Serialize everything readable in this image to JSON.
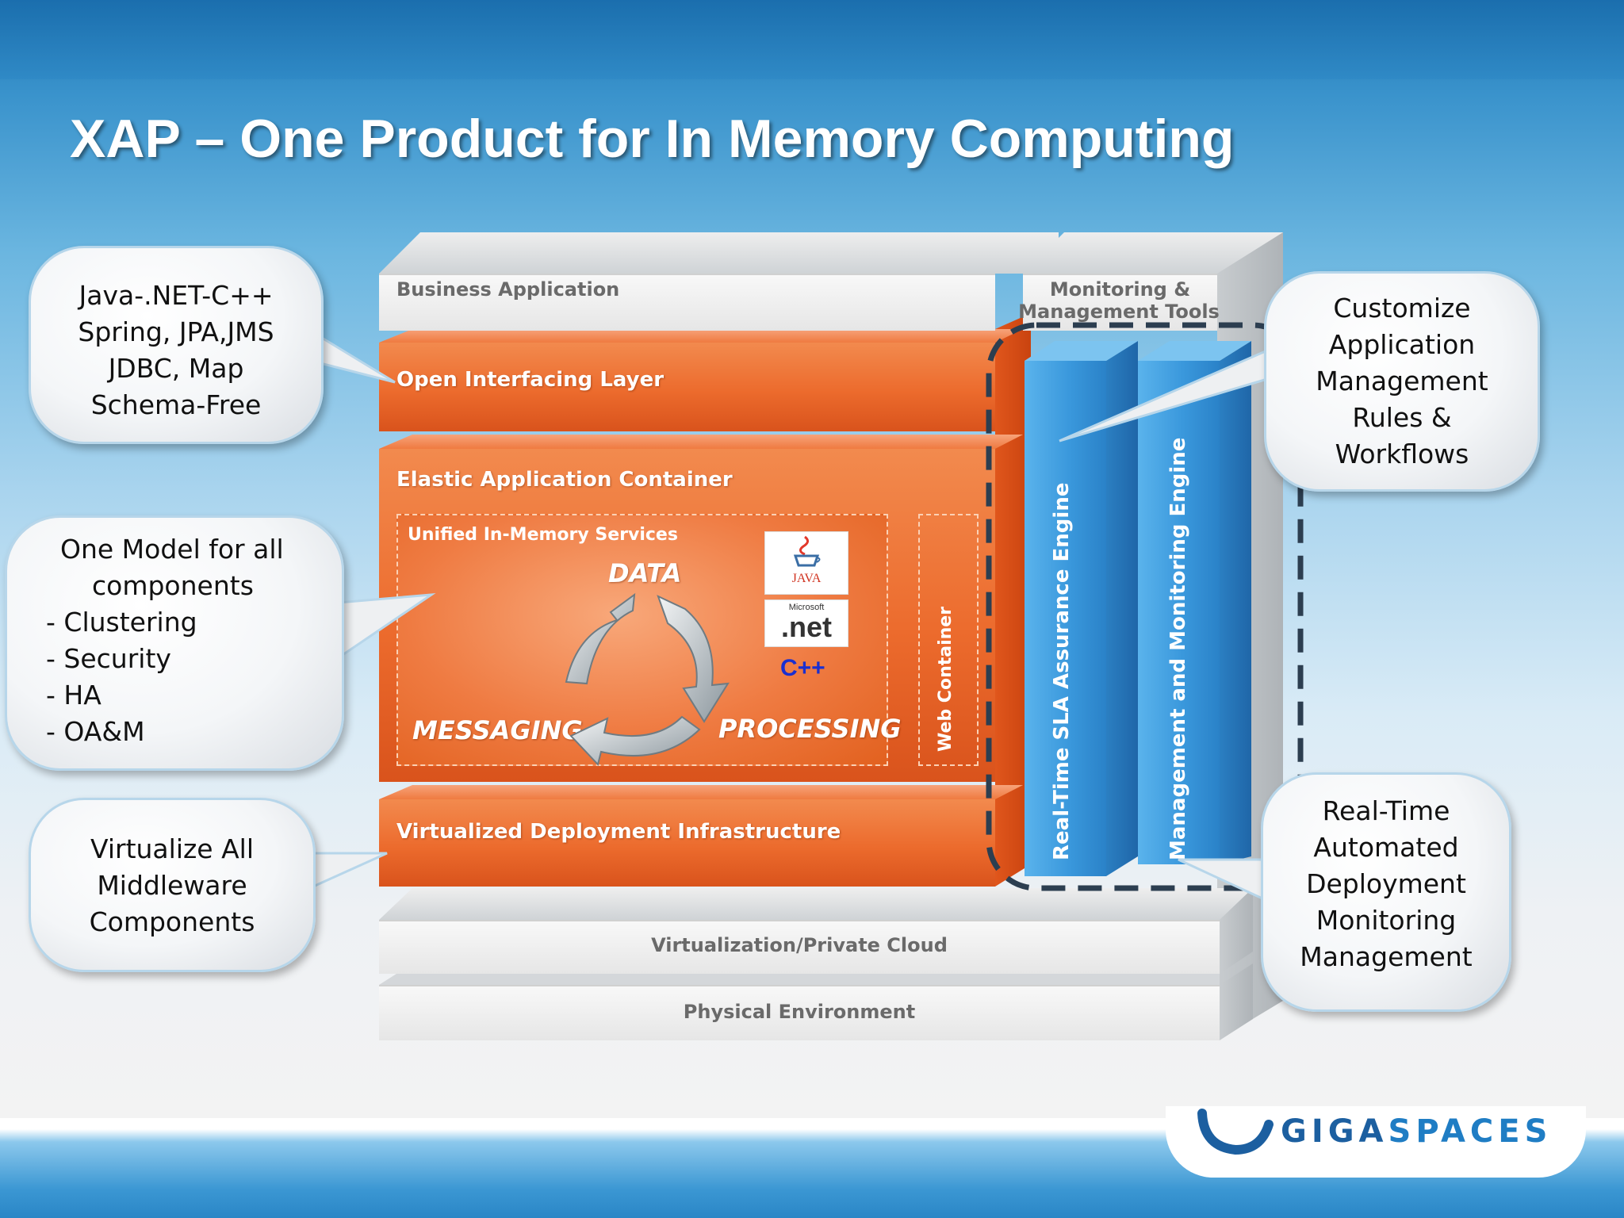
{
  "slide": {
    "title": "XAP – One Product for In Memory Computing"
  },
  "stack": {
    "business_application": "Business Application",
    "monitoring_tools_line1": "Monitoring &",
    "monitoring_tools_line2": "Management Tools",
    "open_interfacing_layer": "Open Interfacing Layer",
    "elastic_application_container": "Elastic Application Container",
    "unified_services": "Unified In-Memory Services",
    "data_label": "DATA",
    "messaging_label": "MESSAGING",
    "processing_label": "PROCESSING",
    "web_container": "Web Container",
    "virtualized_deployment": "Virtualized Deployment Infrastructure",
    "sla_engine": "Real-Time SLA Assurance Engine",
    "monitoring_engine": "Management and Monitoring Engine",
    "private_cloud": "Virtualization/Private Cloud",
    "physical_environment": "Physical Environment",
    "java_logo": "JAVA",
    "dotnet_small": "Microsoft",
    "dotnet_logo": ".net",
    "cpp_logo": "C++"
  },
  "callouts": {
    "languages": [
      "Java-.NET-C++",
      "Spring, JPA,JMS",
      "JDBC, Map",
      "Schema-Free"
    ],
    "one_model": [
      "One Model for all",
      "components",
      "- Clustering",
      "- Security",
      "- HA",
      "- OA&M"
    ],
    "virtualize": [
      "Virtualize All",
      "Middleware",
      "Components"
    ],
    "customize": [
      "Customize",
      "Application",
      "Management",
      "Rules &",
      "Workflows"
    ],
    "realtime": [
      "Real-Time",
      "Automated",
      "Deployment",
      "Monitoring",
      "Management"
    ]
  },
  "brand": {
    "logo_prefix": "GIGA",
    "logo_suffix": "SPACES"
  },
  "colors": {
    "orange": "#ec6b2d",
    "blue": "#3a98dc",
    "title_white": "#ffffff",
    "brand_blue": "#1c5fa0"
  }
}
